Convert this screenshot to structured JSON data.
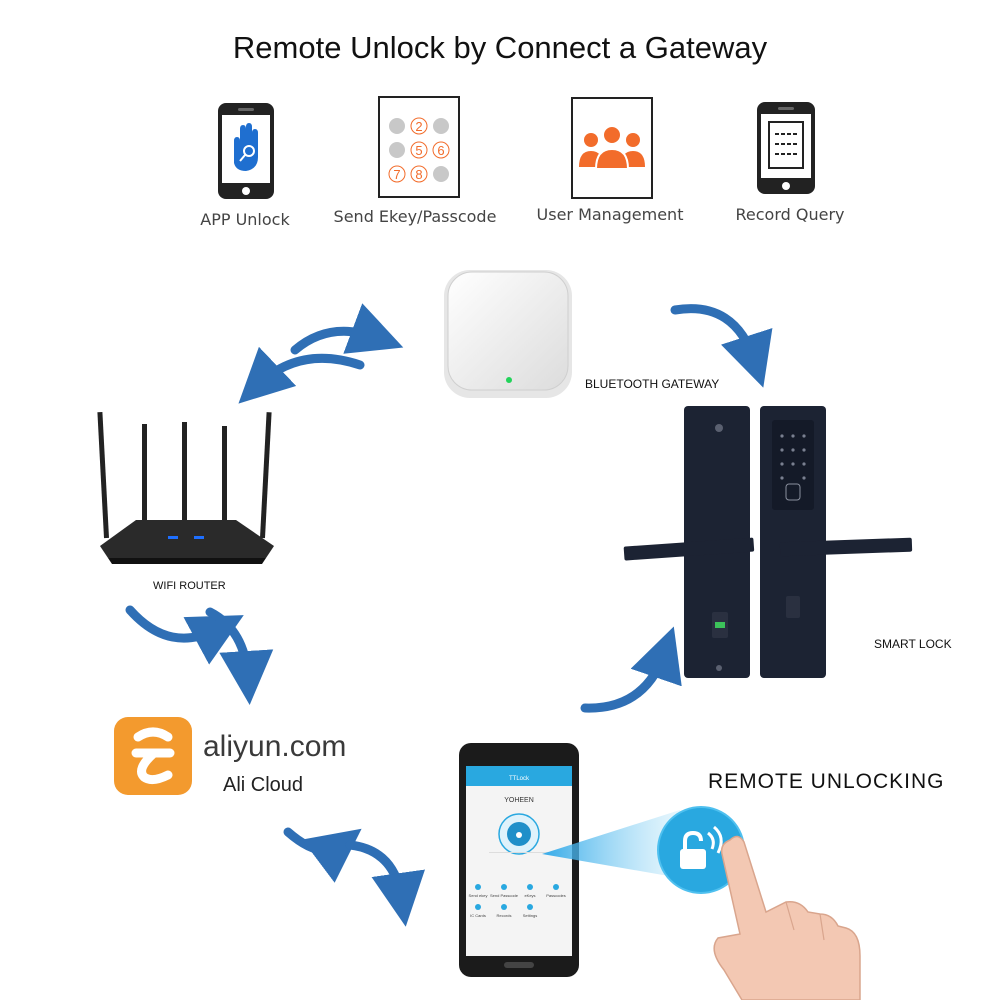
{
  "title": "Remote Unlock by Connect a Gateway",
  "features": [
    {
      "label": "APP Unlock",
      "icon": "hand-key-phone-icon"
    },
    {
      "label": "Send Ekey/Passcode",
      "icon": "keypad-icon",
      "keys": [
        "2",
        "5",
        "6",
        "7",
        "8"
      ]
    },
    {
      "label": "User Management",
      "icon": "users-group-icon"
    },
    {
      "label": "Record Query",
      "icon": "record-phone-icon"
    }
  ],
  "gateway_label": "BLUETOOTH GATEWAY",
  "router_label": "WIFI ROUTER",
  "lock_label": "SMART LOCK",
  "cloud": {
    "brand": "aliyun.com",
    "name": "Ali Cloud"
  },
  "remote_label": "REMOTE UNLOCKING",
  "phone_app": {
    "app_title": "TTLock",
    "lock_name": "YOHEEN",
    "menu": [
      "Send ekey",
      "Send Passcode",
      "eKeys",
      "Passcodes",
      "IC Cards",
      "Records",
      "Settings"
    ]
  },
  "colors": {
    "arrow": "#2f6fb5",
    "accent_orange": "#f26c2b",
    "app_blue": "#29a8e0",
    "aliyun_orange": "#f39a2e"
  }
}
